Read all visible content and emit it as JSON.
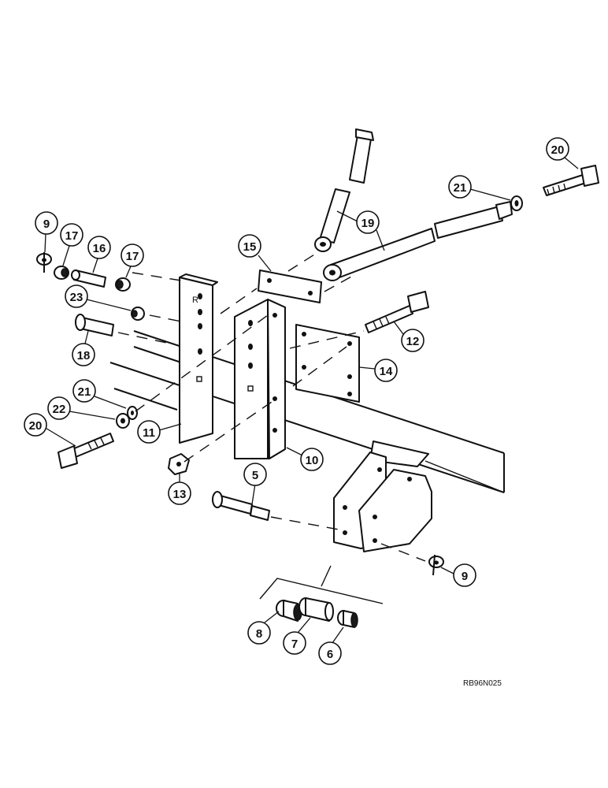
{
  "diagram": {
    "reference_code": "RB96N025",
    "callouts": [
      {
        "label": "20"
      },
      {
        "label": "21"
      },
      {
        "label": "19"
      },
      {
        "label": "9"
      },
      {
        "label": "17"
      },
      {
        "label": "16"
      },
      {
        "label": "17"
      },
      {
        "label": "15"
      },
      {
        "label": "23"
      },
      {
        "label": "12"
      },
      {
        "label": "18"
      },
      {
        "label": "14"
      },
      {
        "label": "21"
      },
      {
        "label": "22"
      },
      {
        "label": "20"
      },
      {
        "label": "11"
      },
      {
        "label": "10"
      },
      {
        "label": "5"
      },
      {
        "label": "13"
      },
      {
        "label": "9"
      },
      {
        "label": "8"
      },
      {
        "label": "7"
      },
      {
        "label": "6"
      }
    ],
    "frame_text": {
      "letter": "R"
    }
  }
}
